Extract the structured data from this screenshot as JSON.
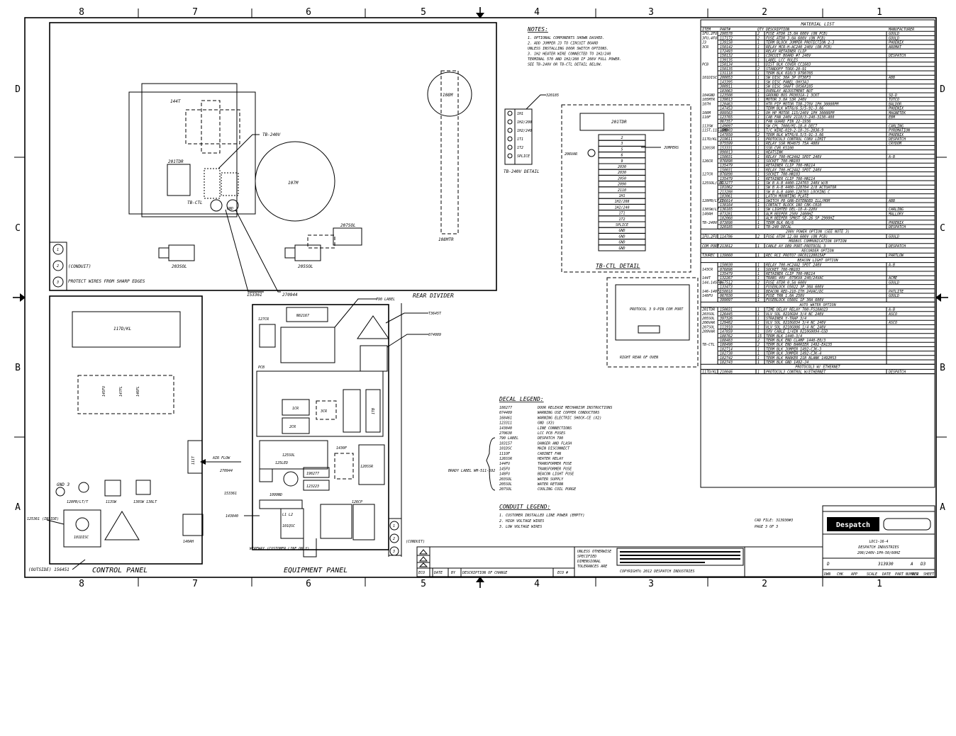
{
  "zones": {
    "top": [
      "8",
      "7",
      "6",
      "5",
      "4",
      "3",
      "2",
      "1"
    ],
    "side": [
      "D",
      "C",
      "B",
      "A"
    ]
  },
  "labels": {
    "c144t": "144T",
    "tb240v": "TB-240V",
    "c201tdr": "201TDR",
    "tbctl": "TB-CTL",
    "gnd": "GND",
    "c107m": "107M",
    "c108m": "108M",
    "c108mtr": "108MTR",
    "c203sol": "203SOL",
    "c205sol": "205SOL",
    "c207sol": "207SOL",
    "conduit_n1": "1",
    "conduit_n2": "2",
    "conduit_n3": "3",
    "conduit_out": "(CONDUIT)",
    "protect": "PROTECT WIRES FROM SHARP EDGES",
    "p153361": "153361",
    "p270944": "270944",
    "rear_divider": "REAR DIVIDER",
    "decal790": "790 LABEL",
    "t3645t": "T3645T",
    "p074089": "074089",
    "c127cr": "127CR",
    "n82167": "N82167",
    "pcb": "PCB",
    "c1cr": "1CR",
    "c2cr": "2CR",
    "c3cr": "3CR",
    "c1tb": "1TB",
    "c125sol": "125SOL",
    "c125led": "125LED",
    "p198277": "198277",
    "p123223": "123223",
    "c1430f": "1430F",
    "c120ssr": "120SSR",
    "p143840": "143840",
    "c1099nd": "1099ND",
    "c101qsc": "101QSC",
    "c126cp": "126CP",
    "l1l2": "L1 L2",
    "c117d": "117D/KL",
    "c111t": "111T",
    "airflow": "AIR FLOW",
    "gnd3": "GND 3",
    "c128pb": "128PB/LT/T",
    "c113sw": "113SW",
    "c138sw": "138SW 138LT",
    "c101disc": "101DISC",
    "c140ah": "140AH",
    "p125361": "125361 (INSIDE)",
    "outside": "(OUTSIDE) 156451",
    "wireway": "WIREWAY (CUSTOMER LINE ONLY)",
    "control_panel": "CONTROL PANEL",
    "equipment_panel": "EQUIPMENT PANEL",
    "p320185": "320185",
    "tb240v_detail": "TB-240V DETAIL",
    "c206var": "206VAR",
    "jumpers": "JUMPERS",
    "tbctl_detail": "TB-CTL DETAIL",
    "protocol": "PROTOCOL 3 9-PIN COM PORT",
    "rear_oven": "RIGHT REAR OF OVEN",
    "brady": "BRADY LABEL WM-511-592",
    "cad_file": "CAD FILE: 313930#3",
    "page_of": "PAGE 3 OF 3",
    "title1": "LDC1-16-4",
    "title2": "DESPATCH INDUSTRIES",
    "title3": "208/240V-1PH-50/60HZ",
    "size": "D",
    "dwg_no": "313930",
    "rev": "A",
    "sheet": "D3",
    "brand": "Despatch",
    "copyright": "COPYRIGHT© 2012 DESPATCH INDUSTRIES"
  },
  "terminals_tb240": [
    "1H1",
    "1H2/208",
    "1H2/240",
    "1T1",
    "1T2",
    "SPLICE"
  ],
  "tbctl_terminals": [
    "2",
    "3",
    "5",
    "6",
    "9",
    "2030",
    "2030",
    "2050",
    "2090",
    "2110",
    "1H1",
    "1H2/208",
    "1H2/240",
    "1T1",
    "1T2",
    "SPLICE",
    "GND",
    "GND",
    "GND",
    "GND"
  ],
  "notes": {
    "heading": "NOTES:",
    "items": [
      "1.  OPTIONAL COMPONENTS SHOWN DASHED.",
      "2.  ADD JUMPER J3 TO CIRCUIT BOARD",
      "     UNLESS INSTALLING DOOR SWITCH OPTIONS.",
      "3.  1H2 HEATER WIRE CONNECTED TO 1H2/240",
      "     TERMINAL 570 AND 1H2/208 IF 208V FULL POWER.",
      "     SEE TB-240V OR TB-CTL DETAIL BELOW."
    ]
  },
  "decal_legend": {
    "heading": "DECAL LEGEND:",
    "rows": [
      [
        "188277",
        "DOOR RELEASE MECHANISM INSTRUCTIONS"
      ],
      [
        "074489",
        "WARNING USE COPPER CONDUCTORS"
      ],
      [
        "168461",
        "WARNING ELECTRIC SHOCK-CE (X2)"
      ],
      [
        "123311",
        "GND (X3)"
      ],
      [
        "143840",
        "LINE CONNECTIONS"
      ],
      [
        "270638",
        "LCC PCB FUSES"
      ],
      [
        "790 LABEL",
        "DESPATCH 790"
      ],
      [
        "183157",
        "DANGER AND FLASH"
      ],
      [
        "101DSC",
        "MAIN DISCONNECT"
      ],
      [
        "111OF",
        "CABINET FAN"
      ],
      [
        "126SSR",
        "HEATER RELAY"
      ],
      [
        "144FU",
        "TRANSFORMER FUSE"
      ],
      [
        "145FU",
        "TRANSFORMER FUSE"
      ],
      [
        "148FU",
        "BEACON LIGHT FUSE"
      ],
      [
        "203SOL",
        "WATER SUPPLY"
      ],
      [
        "205SOL",
        "WATER RETURN"
      ],
      [
        "207SOL",
        "COOLING COIL PURGE"
      ]
    ]
  },
  "conduit_legend": {
    "heading": "CONDUIT LEGEND:",
    "items": [
      "1.  CUSTOMER INSTALLED LINE POWER (EMPTY)",
      "2.  HIGH VOLTAGE WIRES",
      "3.  LOW VOLTAGE WIRES"
    ]
  },
  "material_list": {
    "title": "MATERIAL LIST",
    "headers": [
      "ITEM",
      "PART#",
      "QTY",
      "DESCRIPTION",
      "MANUFACTURER"
    ],
    "rows": [
      [
        "1FU,2FU",
        "290578",
        "2",
        "FUSE ATDR 15.0A 600V (ON PCB)",
        "GOULD"
      ],
      [
        "3FU,4FU",
        "117172",
        "2",
        "FUSE ATDR 3.0A 600V (ON PCB)",
        "GOULD"
      ],
      [
        "J3",
        "139158",
        "1",
        "TERM BLOCK JUMPER PROTECTION 2-3",
        "PHOENIX"
      ],
      [
        "3CR",
        "150142",
        "1",
        "RELAY MCR-H-AC240 240V (ON PCB)",
        "AROMAT"
      ],
      [
        "",
        "172493",
        "1",
        "RELAY RETAINER CLIP",
        ""
      ],
      [
        "",
        "150132",
        "1",
        "CIRCUIT BOARD #7 240V",
        "DESPATCH"
      ],
      [
        "",
        "139135",
        "1",
        "LABEL LCC RULES",
        ""
      ],
      [
        "PCB",
        "150134",
        "1",
        "DIST BLK COVER CC1603",
        ""
      ],
      [
        "",
        "150135",
        "2",
        "STANDOFF TORX-20-91",
        ""
      ],
      [
        "",
        "131118",
        "1",
        "TERM BLK 010/3 9790705",
        ""
      ],
      [
        "101DISC",
        "200053",
        "1",
        "SW DISC 30A 3P OT30F3",
        "ABB"
      ],
      [
        "",
        "143395",
        "1",
        "SW DISC PANEL OHY3AJ",
        ""
      ],
      [
        "",
        "300911",
        "1",
        "SW DISC SHAFT OXS6X105",
        ""
      ],
      [
        "",
        "183063",
        "1",
        "OVERLAY ADJUSTMENT NUT",
        ""
      ],
      [
        "104GND",
        "123508",
        "1",
        "GROUND BUS PR3031A-1 3CKT",
        "SQ-D"
      ],
      [
        "105MTR",
        "139013",
        "1",
        "MOTOR 3.0A S3R 240V",
        "TUTCO"
      ],
      [
        "107H",
        "128463",
        "1",
        "HTR PIP MOTOR TOB-270V 1PH 3000RPM",
        "BALDOR"
      ],
      [
        "",
        "147453",
        "1",
        "TERM BLK WTF6/6.5/5-91-3.06",
        "PHOENIX"
      ],
      [
        "108M",
        "099563",
        "1",
        "OH HP MOTOR 115/240V 1PH 3000RPM",
        "MAGNETEK"
      ],
      [
        "110F",
        "123765",
        "1",
        "CAB FAN 240V 2118/3-240-3130-400",
        "EBM"
      ],
      [
        "",
        "067357",
        "1",
        "FAN GUARD FIN 22-1936",
        ""
      ],
      [
        "113SW",
        "149097",
        "1",
        "SW CPL 7000/M1-1B-8 DEC7",
        "CARLING"
      ],
      [
        "115T,116-AMD",
        "158003",
        "1",
        "T/C WIRE-019-2-18-JS-2036-9",
        "PYROMATION"
      ],
      [
        "",
        "147850",
        "2",
        "TERM BLK WTF6/6.5/5-91-3.06",
        "PHOENIX"
      ],
      [
        "117D/KL",
        "219611",
        "1",
        "PROTOCOL3 CONTROL CONV LIMIT",
        "DESPATCH"
      ],
      [
        "",
        "075599",
        "1",
        "RELAY SSR MO4875 75A 480V",
        "CRYDOM"
      ],
      [
        "120SSR",
        "153331",
        "1",
        "SSR CVR KS100",
        ""
      ],
      [
        "",
        "098813",
        "1",
        "HEATSINK",
        ""
      ],
      [
        "",
        "150031",
        "1",
        "RELAY 700-HC24A2 SPDT 240V",
        "A-B"
      ],
      [
        "126CR",
        "076898",
        "1",
        "SOCKET 700-HN103",
        ""
      ],
      [
        "",
        "135479",
        "1",
        "RETAINER CLIP 700-HN114",
        ""
      ],
      [
        "",
        "150031",
        "1",
        "RELAY 700-HC24A2 SPDT 240V",
        ""
      ],
      [
        "127CR",
        "076898",
        "1",
        "SOCKET 700-HN103",
        ""
      ],
      [
        "",
        "135479",
        "1",
        "RETAINER CLIP 700-HN114",
        ""
      ],
      [
        "125SOL/LED",
        "213277",
        "1",
        "SW B A-B 4400-124703 240V W/B",
        ""
      ],
      [
        "",
        "181062",
        "1",
        "SW B A-B 4400-128704 2/8 ACTUATOR",
        ""
      ],
      [
        "",
        "213288",
        "1",
        "SW B A-B 4400-128703 LOCKING C",
        ""
      ],
      [
        "",
        "183061",
        "1",
        "LATCH MOUNTING PLATE",
        ""
      ],
      [
        "128PB/LT/T",
        "136014",
        "1",
        "SWITCH PB GRN-EXTENDED ILL/MOM",
        "ABB"
      ],
      [
        "",
        "138164",
        "1",
        "CONTACT BLOCK 1NO CBK-C010",
        ""
      ],
      [
        "138SW/LT",
        "136165",
        "1",
        "SW LIGHTED DEL-18-A-220V",
        "CARLING"
      ],
      [
        "140AH",
        "073281",
        "1",
        "ALM BEEPER 250V 2400HZ",
        "MALLORY"
      ],
      [
        "",
        "182068",
        "1",
        "ALM BEEPER SPNST SE-26 SP 2900HZ",
        ""
      ],
      [
        "TB-240V",
        "073898",
        "1",
        "TERM BLK 06/6",
        "PHOENIX"
      ],
      [
        "",
        "320185",
        "1",
        "TB-240 DECAL",
        "DESPATCH"
      ]
    ]
  },
  "options": [
    {
      "title": "208V POWER OPTION (SEE NOTE 3)",
      "rows": [
        [
          "1FU,2FU",
          "114786",
          "2",
          "FUSE ATDR 12.0A 600V (ON PCB)",
          "GOULD"
        ]
      ]
    },
    {
      "title": "MODBUS COMMUNICATION OPTION",
      "rows": [
        [
          "COM PORT",
          "213812",
          "1",
          "CABLE AY DB9 PORT-PROTOCOL 3",
          "DESPATCH"
        ]
      ]
    },
    {
      "title": "RECORDER OPTION",
      "rows": [
        [
          "T3UREC",
          "139860",
          "1",
          "REC RCI PROTO7 URC01120015AF",
          "PARTLOW"
        ]
      ]
    },
    {
      "title": "BEACON LIGHT OPTION",
      "rows": [
        [
          "",
          "150030",
          "1",
          "RELAY 700-HC24A2 SPDT 240V",
          "A-B"
        ],
        [
          "143CR",
          "076898",
          "1",
          "SOCKET 700-HN103",
          ""
        ],
        [
          "",
          "135479",
          "1",
          "RETAINER CLIP 700-HN114",
          ""
        ],
        [
          "144T",
          "132267",
          "1",
          "TRANS 40V .075KVA 240/24VAC",
          "ACME"
        ],
        [
          "144,145FU",
          "067512",
          "2",
          "FUSE ATDR 0.5A 600V",
          "GOULD"
        ],
        [
          "",
          "133473",
          "1",
          "FUSEBLOCK U5022 3P 30A 600V",
          ""
        ],
        [
          "146-148FL",
          "150018",
          "1",
          "BEACON RED-210-ITH 24VAC/DC",
          "PATLITE"
        ],
        [
          "148FU",
          "067030",
          "1",
          "FUSE TRN 1.0A 250V",
          "GOULD"
        ],
        [
          "",
          "399097",
          "1",
          "FUSEBLOCK U5601 1P 30A 600V",
          ""
        ]
      ]
    },
    {
      "title": "AUTO WATER OPTION",
      "rows": [
        [
          "201TDR",
          "150031",
          "1",
          "TIME DELAY RELAY 700-FS10AU23",
          "A-B"
        ],
        [
          "203SOL",
          "126445",
          "1",
          "VLV SOL 8210G94 3/4 NC 240V",
          "ASCO"
        ],
        [
          "205SOL",
          "397326",
          "1",
          "STRAINER Y-TRAP 3/4",
          ""
        ],
        [
          "206VAR",
          "129482",
          "1",
          "VLV SOL 8210G034 3/4 NC 240V",
          "ASCO"
        ],
        [
          "207SOL",
          "111910",
          "1",
          "VLV SOL 8210G006 1/4 NC 240V",
          ""
        ],
        [
          "209VAR",
          "147859",
          "1",
          "OXV CABLE 1/4IN 8210G0094-GSD",
          ""
        ],
        [
          "",
          "188762",
          "15",
          "TERM BLK 1440-3/4",
          ""
        ],
        [
          "",
          "188483",
          "2",
          "TERM BLK END CLAMP 1440-E0/3",
          ""
        ],
        [
          "TB-CTL",
          "188498",
          "2",
          "TERM BLK END BARRIER 1492-EA135",
          ""
        ],
        [
          "",
          "182714",
          "1",
          "TERM BLK JUMPER 1492-CJK-3",
          ""
        ],
        [
          "",
          "182738",
          "1",
          "TERM BLK JUMPER 1492-CJK-4",
          ""
        ],
        [
          "",
          "182742",
          "1",
          "TERM BLK MARKER 21B BLANK 1492MS3",
          ""
        ],
        [
          "",
          "182743",
          "1",
          "TERM BLK GND 1492-J4",
          ""
        ]
      ]
    },
    {
      "title": "PROTOCOL3 W/ ETHERNET",
      "rows": [
        [
          "117D/KL",
          "210046",
          "1",
          "PROTOCOL3 CONTROL W/ETHERNET",
          "DESPATCH"
        ]
      ]
    }
  ],
  "revision_headers": [
    "ECO",
    "DATE",
    "BY",
    "DESCRIPTION OF CHANGE",
    "ECO #"
  ],
  "tolerances": [
    "UNLESS OTHERWISE",
    "SPECIFIED",
    "DIMENSIONAL",
    "TOLERANCES ARE"
  ],
  "title_block_headers": [
    "DWN",
    "CHK",
    "APP",
    "SCALE",
    "DATE",
    "PART NUMBER",
    "REV",
    "SHEET"
  ]
}
